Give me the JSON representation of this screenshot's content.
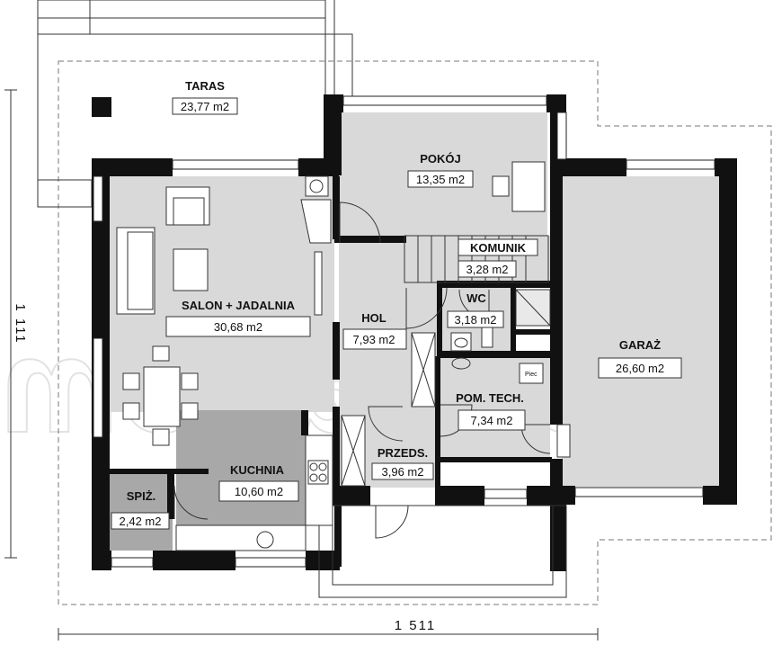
{
  "rooms": [
    {
      "name": "TARAS",
      "area": "23,77 m2"
    },
    {
      "name": "POKÓJ",
      "area": "13,35 m2"
    },
    {
      "name": "KOMUNIK",
      "area": "3,28 m2"
    },
    {
      "name": "WC",
      "area": "3,18 m2"
    },
    {
      "name": "SALON + JADALNIA",
      "area": "30,68 m2"
    },
    {
      "name": "HOL",
      "area": "7,93 m2"
    },
    {
      "name": "GARAŻ",
      "area": "26,60 m2"
    },
    {
      "name": "POM. TECH.",
      "area": "7,34 m2"
    },
    {
      "name": "KUCHNIA",
      "area": "10,60 m2"
    },
    {
      "name": "PRZEDS.",
      "area": "3,96 m2"
    },
    {
      "name": "SPIŻ.",
      "area": "2,42 m2"
    }
  ],
  "dimensions": {
    "width": "1 511",
    "depth": "1 111"
  },
  "labels": {
    "boiler": "Piec"
  },
  "watermark": "extradom"
}
